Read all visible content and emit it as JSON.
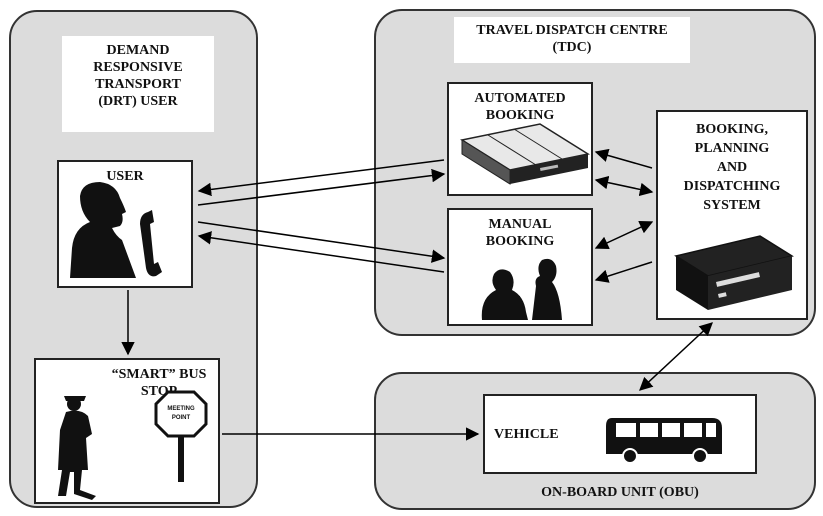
{
  "drt_panel": {
    "title": "DEMAND\nRESPONSIVE\nTRANSPORT\n(DRT) USER"
  },
  "user_box": {
    "label": "USER"
  },
  "bus_stop_box": {
    "label": "“SMART” BUS\nSTOP",
    "sign_text": "MEETING POINT"
  },
  "tdc_panel": {
    "title": "TRAVEL DISPATCH CENTRE\n(TDC)"
  },
  "automated_booking": {
    "label": "AUTOMATED\nBOOKING"
  },
  "manual_booking": {
    "label": "MANUAL\nBOOKING"
  },
  "bpd_system": {
    "label": "BOOKING,\nPLANNING\nAND\nDISPATCHING\nSYSTEM"
  },
  "obu_panel": {
    "label": "ON-BOARD UNIT (OBU)"
  },
  "vehicle_box": {
    "label": "VEHICLE"
  }
}
